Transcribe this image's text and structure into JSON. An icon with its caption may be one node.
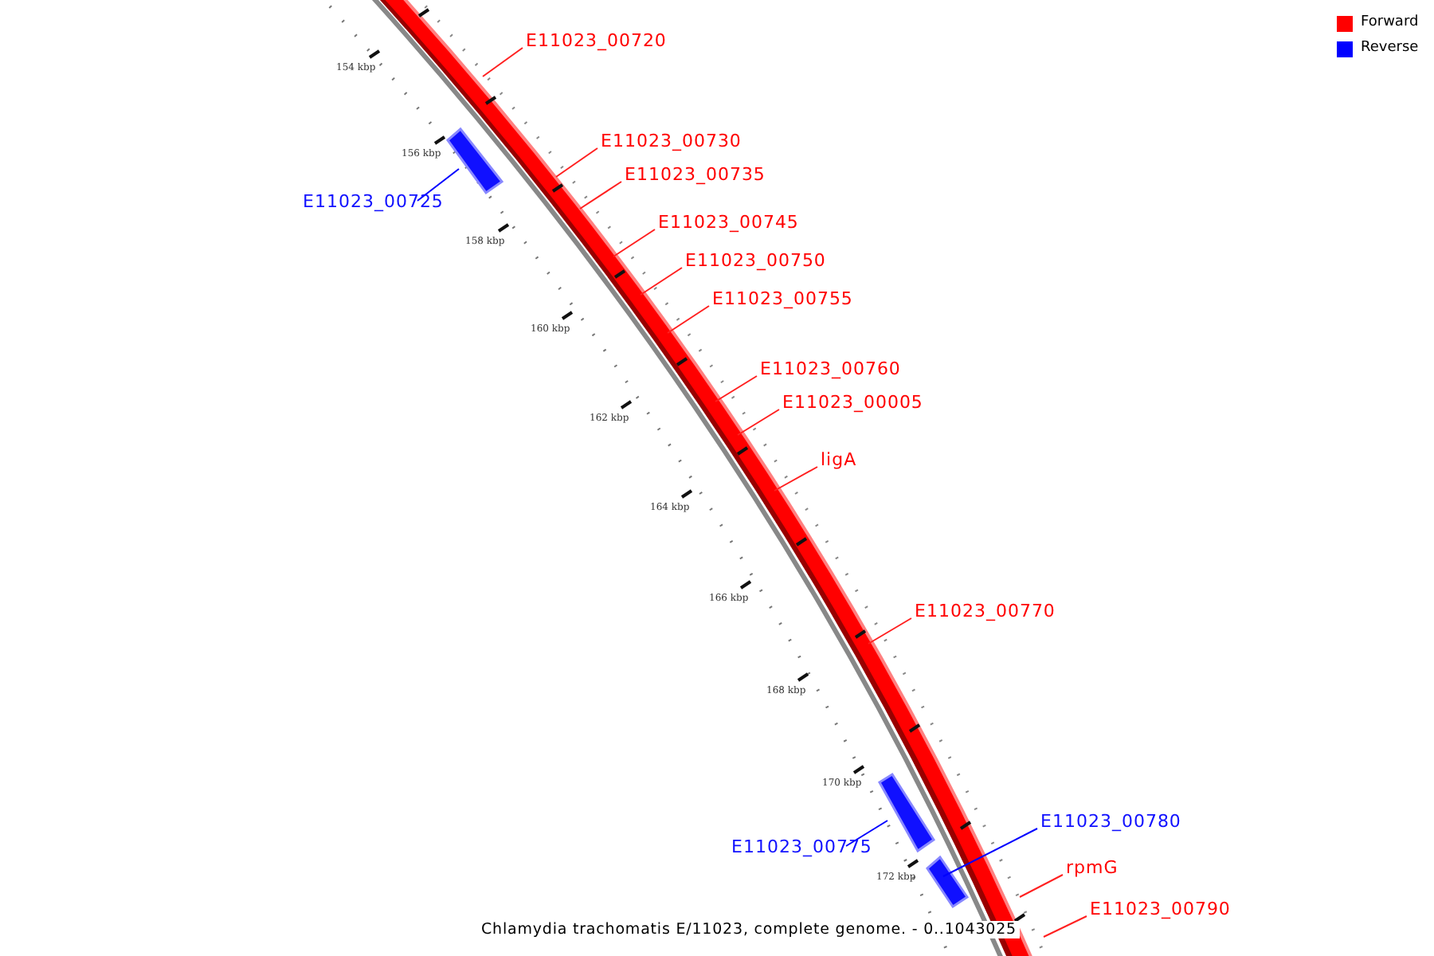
{
  "diagram": {
    "caption": "Chlamydia trachomatis E/11023, complete genome. - 0..1043025",
    "nodes": [
      {
        "text": [
          "E11023_00720"
        ]
      },
      {
        "text": [
          "E11023_00725"
        ]
      },
      {
        "text": [],
        "shape": "bar"
      },
      {
        "text": [
          "E11023_00730"
        ]
      },
      {
        "text": [
          "E11023_00735"
        ]
      },
      {
        "text": [
          "E11023_00745"
        ]
      },
      {
        "text": [
          "E11023_00750"
        ]
      },
      {
        "text": [
          "E11023_00755"
        ]
      },
      {
        "text": [
          "E11023_00760"
        ]
      },
      {
        "text": [
          "E11023_00005"
        ]
      },
      {
        "text": [
          "ligA"
        ]
      },
      {
        "text": [
          "E11023_00770"
        ]
      },
      {
        "text": [],
        "shape": "bar"
      },
      {
        "text": [
          "E11023_00780"
        ]
      },
      {
        "text": [
          "E11023_00775"
        ]
      },
      {
        "text": [],
        "shape": "bar"
      },
      {
        "text": [
          "rpmG"
        ]
      },
      {
        "text": [
          "E11023_00790"
        ]
      }
    ],
    "edges": [
      {
        "from": 0,
        "to": null,
        "arrow": "none"
      },
      {
        "from": 1,
        "to": 2,
        "arrow": "none",
        "color": "#0000ff"
      },
      {
        "from": 3,
        "to": null,
        "arrow": "none"
      },
      {
        "from": 4,
        "to": null,
        "arrow": "none"
      },
      {
        "from": 5,
        "to": null,
        "arrow": "none"
      },
      {
        "from": 6,
        "to": null,
        "arrow": "none"
      },
      {
        "from": 7,
        "to": null,
        "arrow": "none"
      },
      {
        "from": 8,
        "to": null,
        "arrow": "none"
      },
      {
        "from": 9,
        "to": null,
        "arrow": "none"
      },
      {
        "from": 10,
        "to": null,
        "arrow": "none"
      },
      {
        "from": 11,
        "to": null,
        "arrow": "none"
      },
      {
        "from": 13,
        "to": 15,
        "arrow": "none",
        "color": "#0000ff"
      },
      {
        "from": 14,
        "to": 12,
        "arrow": "none",
        "color": "#0000ff"
      },
      {
        "from": 16,
        "to": null,
        "arrow": "none"
      },
      {
        "from": 17,
        "to": null,
        "arrow": "none"
      }
    ],
    "labels": [
      "154 kbp",
      "156 kbp",
      "158 kbp",
      "160 kbp",
      "162 kbp",
      "164 kbp",
      "166 kbp",
      "168 kbp",
      "170 kbp",
      "172 kbp"
    ],
    "legend": [
      {
        "text": "Forward",
        "color": "#ff0000"
      },
      {
        "text": "Reverse",
        "color": "#0000ff"
      }
    ]
  }
}
